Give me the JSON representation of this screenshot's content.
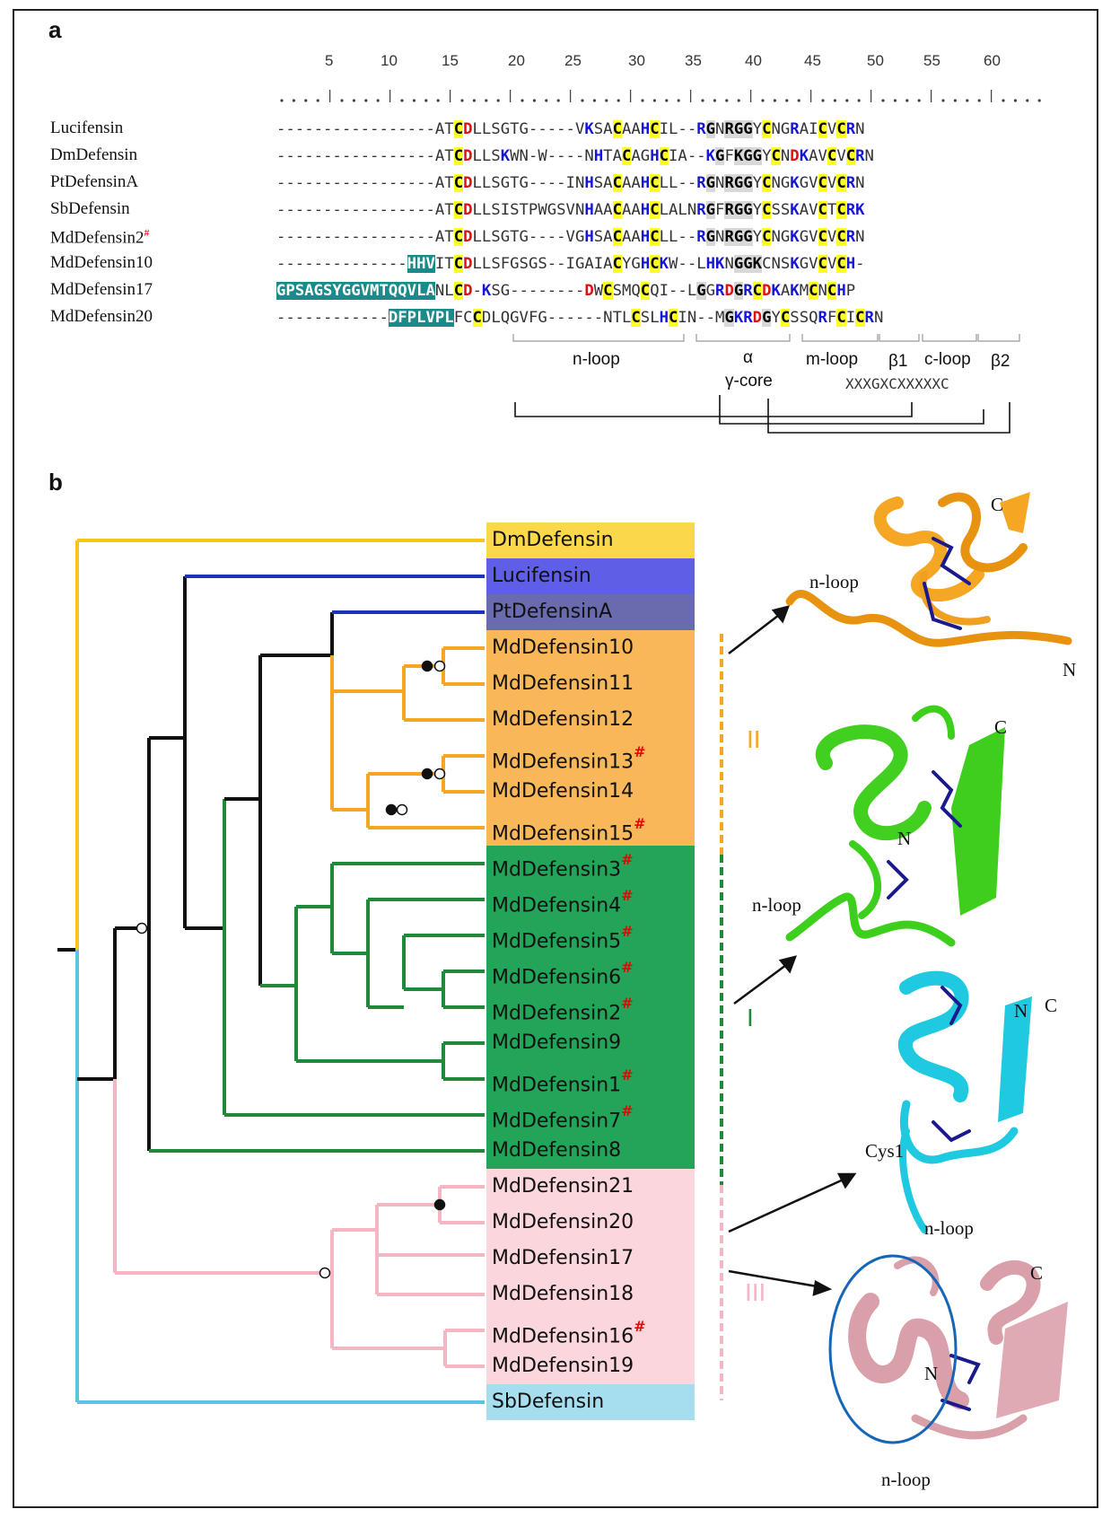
{
  "panel_a_label": "a",
  "panel_b_label": "b",
  "ruler": {
    "numbers": [
      "5",
      "10",
      "15",
      "20",
      "25",
      "30",
      "35",
      "40",
      "45",
      "50",
      "55",
      "60"
    ]
  },
  "alignment": [
    {
      "name": "Lucifensin",
      "sup": "",
      "segments": [
        [
          "",
          "-----------------AT"
        ],
        [
          "cys",
          "C"
        ],
        [
          "red",
          "D"
        ],
        [
          "",
          "LLSGTG-----V"
        ],
        [
          "blue",
          "K"
        ],
        [
          "",
          "SA"
        ],
        [
          "cys",
          "C"
        ],
        [
          "",
          "AA"
        ],
        [
          "blue",
          "H"
        ],
        [
          "cys",
          "C"
        ],
        [
          "",
          "IL--"
        ],
        [
          "blue",
          "R"
        ],
        [
          "gray",
          "G"
        ],
        [
          "",
          "N"
        ],
        [
          "gray",
          "RGG"
        ],
        [
          "",
          "Y"
        ],
        [
          "cys",
          "C"
        ],
        [
          "",
          "NG"
        ],
        [
          "blue",
          "R"
        ],
        [
          "",
          "AI"
        ],
        [
          "cys",
          "C"
        ],
        [
          "",
          "V"
        ],
        [
          "cys",
          "C"
        ],
        [
          "blue",
          "R"
        ],
        [
          "",
          "N"
        ]
      ]
    },
    {
      "name": "DmDefensin",
      "sup": "",
      "segments": [
        [
          "",
          "-----------------AT"
        ],
        [
          "cys",
          "C"
        ],
        [
          "red",
          "D"
        ],
        [
          "",
          "LLS"
        ],
        [
          "blue",
          "K"
        ],
        [
          "",
          "WN-W----N"
        ],
        [
          "blue",
          "H"
        ],
        [
          "",
          "TA"
        ],
        [
          "cys",
          "C"
        ],
        [
          "",
          "AG"
        ],
        [
          "blue",
          "H"
        ],
        [
          "cys",
          "C"
        ],
        [
          "",
          "IA--"
        ],
        [
          "blue",
          "K"
        ],
        [
          "gray",
          "G"
        ],
        [
          "",
          "F"
        ],
        [
          "gray",
          "KGG"
        ],
        [
          "",
          "Y"
        ],
        [
          "cys",
          "C"
        ],
        [
          "",
          "N"
        ],
        [
          "red",
          "D"
        ],
        [
          "blue",
          "K"
        ],
        [
          "",
          "AV"
        ],
        [
          "cys",
          "C"
        ],
        [
          "",
          "V"
        ],
        [
          "cys",
          "C"
        ],
        [
          "blue",
          "R"
        ],
        [
          "",
          "N"
        ]
      ]
    },
    {
      "name": "PtDefensinA",
      "sup": "",
      "segments": [
        [
          "",
          "-----------------AT"
        ],
        [
          "cys",
          "C"
        ],
        [
          "red",
          "D"
        ],
        [
          "",
          "LLSGTG----IN"
        ],
        [
          "blue",
          "H"
        ],
        [
          "",
          "SA"
        ],
        [
          "cys",
          "C"
        ],
        [
          "",
          "AA"
        ],
        [
          "blue",
          "H"
        ],
        [
          "cys",
          "C"
        ],
        [
          "",
          "LL--"
        ],
        [
          "blue",
          "R"
        ],
        [
          "gray",
          "G"
        ],
        [
          "",
          "N"
        ],
        [
          "gray",
          "RGG"
        ],
        [
          "",
          "Y"
        ],
        [
          "cys",
          "C"
        ],
        [
          "",
          "NG"
        ],
        [
          "blue",
          "K"
        ],
        [
          "",
          "GV"
        ],
        [
          "cys",
          "C"
        ],
        [
          "",
          "V"
        ],
        [
          "cys",
          "C"
        ],
        [
          "blue",
          "R"
        ],
        [
          "",
          "N"
        ]
      ]
    },
    {
      "name": "SbDefensin",
      "sup": "",
      "segments": [
        [
          "",
          "-----------------AT"
        ],
        [
          "cys",
          "C"
        ],
        [
          "red",
          "D"
        ],
        [
          "",
          "LLSISTPWGSVN"
        ],
        [
          "blue",
          "H"
        ],
        [
          "",
          "AA"
        ],
        [
          "cys",
          "C"
        ],
        [
          "",
          "AA"
        ],
        [
          "blue",
          "H"
        ],
        [
          "cys",
          "C"
        ],
        [
          "",
          "LALN"
        ],
        [
          "blue",
          "R"
        ],
        [
          "gray",
          "G"
        ],
        [
          "",
          "F"
        ],
        [
          "gray",
          "RGG"
        ],
        [
          "",
          "Y"
        ],
        [
          "cys",
          "C"
        ],
        [
          "",
          "SS"
        ],
        [
          "blue",
          "K"
        ],
        [
          "",
          "AV"
        ],
        [
          "cys",
          "C"
        ],
        [
          "",
          "T"
        ],
        [
          "cys",
          "C"
        ],
        [
          "blue",
          "RK"
        ]
      ]
    },
    {
      "name": "MdDefensin2",
      "sup": "#",
      "segments": [
        [
          "",
          "-----------------AT"
        ],
        [
          "cys",
          "C"
        ],
        [
          "red",
          "D"
        ],
        [
          "",
          "LLSGTG----VG"
        ],
        [
          "blue",
          "H"
        ],
        [
          "",
          "SA"
        ],
        [
          "cys",
          "C"
        ],
        [
          "",
          "AA"
        ],
        [
          "blue",
          "H"
        ],
        [
          "cys",
          "C"
        ],
        [
          "",
          "LL--"
        ],
        [
          "blue",
          "R"
        ],
        [
          "gray",
          "G"
        ],
        [
          "",
          "N"
        ],
        [
          "gray",
          "RGG"
        ],
        [
          "",
          "Y"
        ],
        [
          "cys",
          "C"
        ],
        [
          "",
          "NG"
        ],
        [
          "blue",
          "K"
        ],
        [
          "",
          "GV"
        ],
        [
          "cys",
          "C"
        ],
        [
          "",
          "V"
        ],
        [
          "cys",
          "C"
        ],
        [
          "blue",
          "R"
        ],
        [
          "",
          "N"
        ]
      ]
    },
    {
      "name": "MdDefensin10",
      "sup": "",
      "segments": [
        [
          "",
          "--------------"
        ],
        [
          "teal",
          "HHV"
        ],
        [
          "",
          "IT"
        ],
        [
          "cys",
          "C"
        ],
        [
          "red",
          "D"
        ],
        [
          "",
          "LLSFGSGS--IGAIA"
        ],
        [
          "cys",
          "C"
        ],
        [
          "",
          "YG"
        ],
        [
          "blue",
          "H"
        ],
        [
          "cys",
          "C"
        ],
        [
          "blue",
          "K"
        ],
        [
          "",
          "W--L"
        ],
        [
          "blue",
          "HK"
        ],
        [
          "",
          "N"
        ],
        [
          "gray",
          "GGK"
        ],
        [
          "",
          "C"
        ],
        [
          "",
          "NS"
        ],
        [
          "blue",
          "K"
        ],
        [
          "",
          "GV"
        ],
        [
          "cys",
          "C"
        ],
        [
          "",
          "V"
        ],
        [
          "cys",
          "C"
        ],
        [
          "blue",
          "H"
        ],
        [
          "",
          "-"
        ]
      ]
    },
    {
      "name": "MdDefensin17",
      "sup": "",
      "segments": [
        [
          "teal",
          "GPSAGSYGGVMTQQVLA"
        ],
        [
          "",
          "NL"
        ],
        [
          "cys",
          "C"
        ],
        [
          "red",
          "D"
        ],
        [
          "",
          "-"
        ],
        [
          "blue",
          "K"
        ],
        [
          "",
          "SG--------"
        ],
        [
          "red",
          "D"
        ],
        [
          "",
          "W"
        ],
        [
          "cys",
          "C"
        ],
        [
          "",
          "SMQ"
        ],
        [
          "cys",
          "C"
        ],
        [
          "",
          "QI--L"
        ],
        [
          "gray",
          "G"
        ],
        [
          "",
          "G"
        ],
        [
          "blue",
          "R"
        ],
        [
          "red",
          "D"
        ],
        [
          "gray",
          "G"
        ],
        [
          "blue",
          "R"
        ],
        [
          "cys",
          "C"
        ],
        [
          "red",
          "D"
        ],
        [
          "blue",
          "K"
        ],
        [
          "",
          "A"
        ],
        [
          "blue",
          "K"
        ],
        [
          "",
          "M"
        ],
        [
          "cys",
          "C"
        ],
        [
          "",
          "N"
        ],
        [
          "cys",
          "C"
        ],
        [
          "blue",
          "H"
        ],
        [
          "",
          "P"
        ]
      ]
    },
    {
      "name": "MdDefensin20",
      "sup": "",
      "segments": [
        [
          "",
          "------------"
        ],
        [
          "teal",
          "DFPLVPL"
        ],
        [
          "",
          "F"
        ],
        [
          "",
          "C"
        ],
        [
          "cys",
          "C"
        ],
        [
          "",
          "DLQGVFG------NTL"
        ],
        [
          "cys",
          "C"
        ],
        [
          "",
          "SL"
        ],
        [
          "blue",
          "H"
        ],
        [
          "cys",
          "C"
        ],
        [
          "",
          "IN--M"
        ],
        [
          "gray",
          "G"
        ],
        [
          "blue",
          "KR"
        ],
        [
          "red",
          "D"
        ],
        [
          "gray",
          "G"
        ],
        [
          "",
          "Y"
        ],
        [
          "cys",
          "C"
        ],
        [
          "",
          "SSQ"
        ],
        [
          "blue",
          "R"
        ],
        [
          "",
          "F"
        ],
        [
          "cys",
          "C"
        ],
        [
          "",
          "I"
        ],
        [
          "cys",
          "C"
        ],
        [
          "blue",
          "R"
        ],
        [
          "",
          "N"
        ]
      ]
    }
  ],
  "regions": {
    "n_loop": "n-loop",
    "alpha": "α",
    "gamma_core": "γ-core",
    "m_loop": "m-loop",
    "beta1": "β1",
    "c_loop": "c-loop",
    "beta2": "β2",
    "motif": "XXXGXCXXXXXC"
  },
  "tree": {
    "leaves": [
      {
        "name": "DmDefensin",
        "sup": "",
        "bg": "#fbd84a"
      },
      {
        "name": "Lucifensin",
        "sup": "",
        "bg": "#5e5ee6"
      },
      {
        "name": "PtDefensinA",
        "sup": "",
        "bg": "#6a6aae"
      },
      {
        "name": "MdDefensin10",
        "sup": "",
        "bg": "#f8b859"
      },
      {
        "name": "MdDefensin11",
        "sup": "",
        "bg": "#f8b859"
      },
      {
        "name": "MdDefensin12",
        "sup": "",
        "bg": "#f8b859"
      },
      {
        "name": "MdDefensin13",
        "sup": "#",
        "bg": "#f8b859"
      },
      {
        "name": "MdDefensin14",
        "sup": "",
        "bg": "#f8b859"
      },
      {
        "name": "MdDefensin15",
        "sup": "#",
        "bg": "#f8b859"
      },
      {
        "name": "MdDefensin3",
        "sup": "#",
        "bg": "#22a559"
      },
      {
        "name": "MdDefensin4",
        "sup": "#",
        "bg": "#22a559"
      },
      {
        "name": "MdDefensin5",
        "sup": "#",
        "bg": "#22a559"
      },
      {
        "name": "MdDefensin6",
        "sup": "#",
        "bg": "#22a559"
      },
      {
        "name": "MdDefensin2",
        "sup": "#",
        "bg": "#22a559"
      },
      {
        "name": "MdDefensin9",
        "sup": "",
        "bg": "#22a559"
      },
      {
        "name": "MdDefensin1",
        "sup": "#",
        "bg": "#22a559"
      },
      {
        "name": "MdDefensin7",
        "sup": "#",
        "bg": "#22a559"
      },
      {
        "name": "MdDefensin8",
        "sup": "",
        "bg": "#22a559"
      },
      {
        "name": "MdDefensin21",
        "sup": "",
        "bg": "#fbd6dc"
      },
      {
        "name": "MdDefensin20",
        "sup": "",
        "bg": "#fbd6dc"
      },
      {
        "name": "MdDefensin17",
        "sup": "",
        "bg": "#fbd6dc"
      },
      {
        "name": "MdDefensin18",
        "sup": "",
        "bg": "#fbd6dc"
      },
      {
        "name": "MdDefensin16",
        "sup": "#",
        "bg": "#fbd6dc"
      },
      {
        "name": "MdDefensin19",
        "sup": "",
        "bg": "#fbd6dc"
      },
      {
        "name": "SbDefensin",
        "sup": "",
        "bg": "#a6def0"
      }
    ],
    "group_labels": {
      "II": "II",
      "I": "I",
      "III": "III"
    },
    "colors": {
      "yellow": "#f5c518",
      "blue": "#1a33b8",
      "orange": "#f5a623",
      "green": "#1f8a3a",
      "pink": "#f4b6c2",
      "cyan": "#5bc4e0",
      "black": "#111111"
    }
  },
  "structures": {
    "labels": {
      "s1_c": "C",
      "s1_nloop": "n-loop",
      "s1_n": "N",
      "s2_c": "C",
      "s2_n": "N",
      "s2_nloop": "n-loop",
      "s3_n": "N",
      "s3_c": "C",
      "s3_cys1": "Cys1",
      "s3_nloop": "n-loop",
      "s4_c": "C",
      "s4_n": "N",
      "s4_nloop": "n-loop"
    }
  }
}
